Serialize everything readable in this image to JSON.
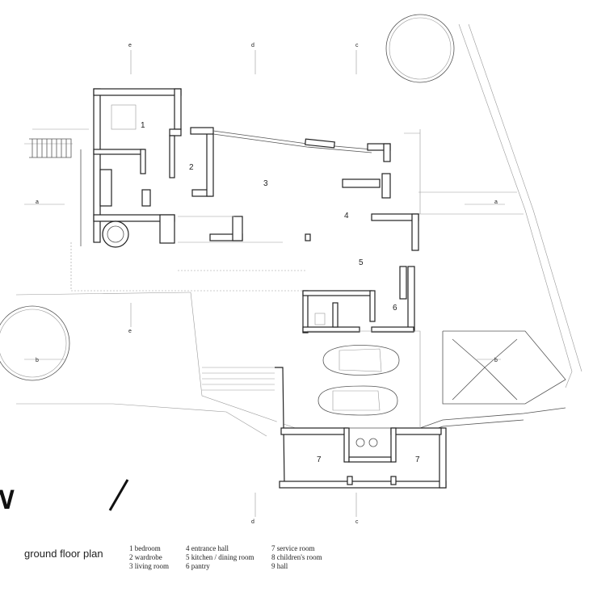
{
  "title": "ground floor plan",
  "legend": [
    [
      "1 bedroom",
      "2 wardrobe",
      "3 living room"
    ],
    [
      "4 entrance hall",
      "5 kitchen / dining room",
      "6 pantry"
    ],
    [
      "7 service room",
      "8 children's room",
      "9 hall"
    ]
  ],
  "rooms": [
    "1",
    "2",
    "3",
    "4",
    "5",
    "6",
    "7",
    "7"
  ],
  "sections": [
    "a",
    "a",
    "b",
    "b",
    "c",
    "c",
    "d",
    "d",
    "e",
    "e"
  ],
  "north": "N"
}
